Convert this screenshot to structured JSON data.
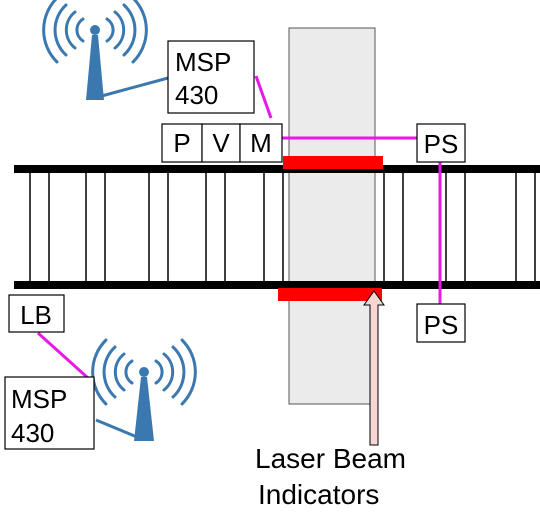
{
  "labels": {
    "msp_top_line1": "MSP",
    "msp_top_line2": "430",
    "msp_bottom_line1": "MSP",
    "msp_bottom_line2": "430",
    "p": "P",
    "v": "V",
    "m": "M",
    "ps_top": "PS",
    "ps_bottom": "PS",
    "lb": "LB",
    "laser_line1": "Laser Beam",
    "laser_line2": "Indicators"
  },
  "colors": {
    "rail": "#000000",
    "beam_red": "#ff0000",
    "wire_magenta": "#e619e6",
    "antenna_blue": "#3b78b0",
    "pillar_fill": "#ebebeb",
    "pillar_stroke": "#555555",
    "arrow_fill": "#f8d6d3"
  },
  "icons": [
    "wifi-antenna-icon",
    "wifi-antenna-icon"
  ]
}
